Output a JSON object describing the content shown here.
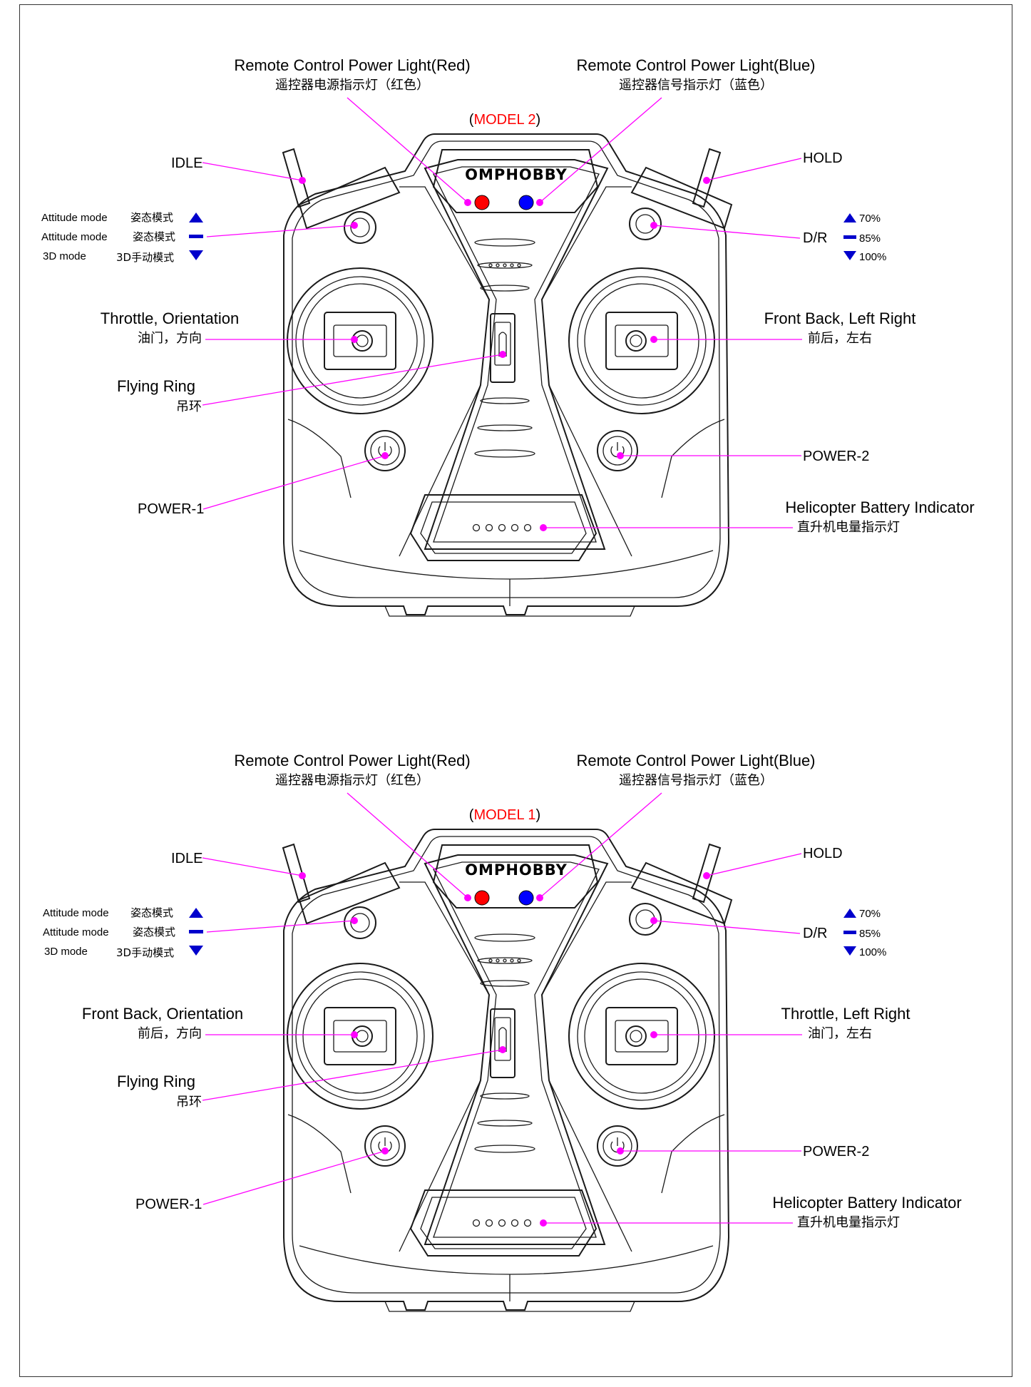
{
  "panels": [
    {
      "model_prefix": "(",
      "model": "MODEL 2",
      "model_suffix": ")",
      "brand": "OMPHOBBY",
      "power_red": {
        "en": "Remote Control Power Light(Red)",
        "zh": "遥控器电源指示灯（红色）"
      },
      "power_blue": {
        "en": "Remote Control Power Light(Blue)",
        "zh": "遥控器信号指示灯（蓝色）"
      },
      "idle": "IDLE",
      "hold": "HOLD",
      "modes": [
        {
          "en": "Attitude mode",
          "zh": "姿态模式"
        },
        {
          "en": "Attitude mode",
          "zh": "姿态模式"
        },
        {
          "en": "3D mode",
          "zh": "3D手动模式"
        }
      ],
      "dr": "D/R",
      "dr_levels": [
        "70%",
        "85%",
        "100%"
      ],
      "left_stick": {
        "en": "Throttle, Orientation",
        "zh": "油门，方向"
      },
      "right_stick": {
        "en": "Front Back, Left Right",
        "zh": "前后，左右"
      },
      "ring": {
        "en": "Flying Ring",
        "zh": "吊环"
      },
      "power1": "POWER-1",
      "power2": "POWER-2",
      "battery": {
        "en": "Helicopter Battery Indicator",
        "zh": "直升机电量指示灯"
      }
    },
    {
      "model_prefix": "(",
      "model": "MODEL 1",
      "model_suffix": ")",
      "brand": "OMPHOBBY",
      "power_red": {
        "en": "Remote Control Power Light(Red)",
        "zh": "遥控器电源指示灯（红色）"
      },
      "power_blue": {
        "en": "Remote Control Power Light(Blue)",
        "zh": "遥控器信号指示灯（蓝色）"
      },
      "idle": "IDLE",
      "hold": "HOLD",
      "modes": [
        {
          "en": "Attitude mode",
          "zh": "姿态模式"
        },
        {
          "en": "Attitude mode",
          "zh": "姿态模式"
        },
        {
          "en": "3D mode",
          "zh": "3D手动模式"
        }
      ],
      "dr": "D/R",
      "dr_levels": [
        "70%",
        "85%",
        "100%"
      ],
      "left_stick": {
        "en": "Front Back, Orientation",
        "zh": "前后，方向"
      },
      "right_stick": {
        "en": "Throttle, Left Right",
        "zh": "油门，左右"
      },
      "ring": {
        "en": "Flying Ring",
        "zh": "吊环"
      },
      "power1": "POWER-1",
      "power2": "POWER-2",
      "battery": {
        "en": "Helicopter Battery Indicator",
        "zh": "直升机电量指示灯"
      }
    }
  ],
  "colors": {
    "leader": "#ff00ff",
    "power_led": "#ff0000",
    "signal_led": "#0000ff",
    "model_text": "#ff0000",
    "mode_symbol": "#0000cc",
    "outline": "#1a1a1a"
  },
  "mode_symbols": [
    "triangle-up",
    "dash",
    "triangle-down"
  ]
}
